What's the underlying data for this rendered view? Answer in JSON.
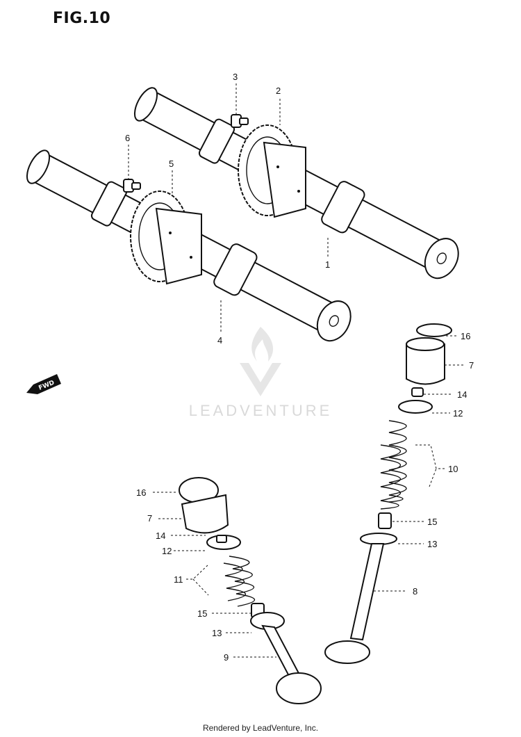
{
  "figure": {
    "title": "FIG.10"
  },
  "watermark": {
    "brand": "LEADVENTURE"
  },
  "footer": {
    "text": "Rendered by LeadVenture, Inc."
  },
  "direction_arrow": {
    "label": "FWD"
  },
  "callouts": {
    "c1": "1",
    "c2": "2",
    "c3": "3",
    "c4": "4",
    "c5": "5",
    "c6": "6",
    "c7a": "7",
    "c7b": "7",
    "c8": "8",
    "c9": "9",
    "c10": "10",
    "c11": "11",
    "c12a": "12",
    "c12b": "12",
    "c13a": "13",
    "c13b": "13",
    "c14a": "14",
    "c14b": "14",
    "c15a": "15",
    "c15b": "15",
    "c16a": "16",
    "c16b": "16"
  }
}
